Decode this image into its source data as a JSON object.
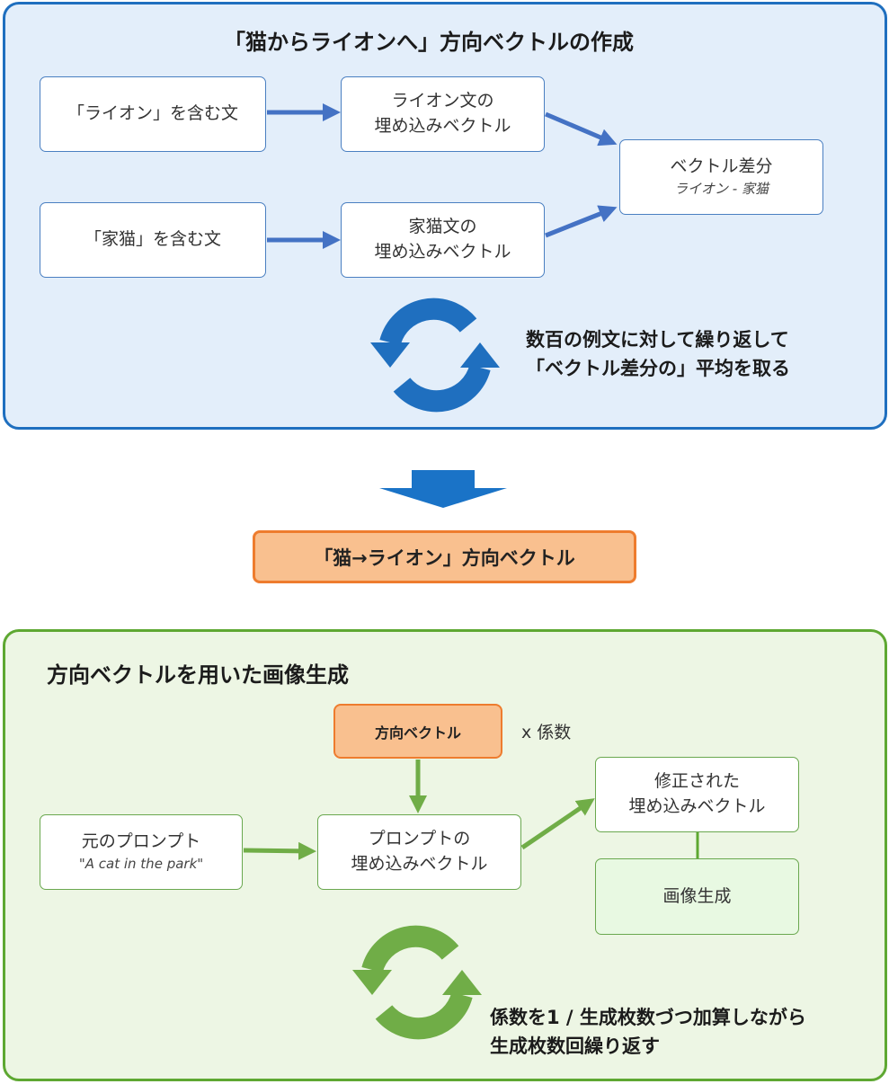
{
  "top": {
    "title": "「猫からライオンへ」方向ベクトルの作成",
    "lion_sentence": "「ライオン」を含む文",
    "cat_sentence": "「家猫」を含む文",
    "lion_embed": [
      "ライオン文の",
      "埋め込みベクトル"
    ],
    "cat_embed": [
      "家猫文の",
      "埋め込みベクトル"
    ],
    "diff_label": "ベクトル差分",
    "diff_formula": "ライオン - 家猫",
    "repeat_note": [
      "数百の例文に対して繰り返して",
      "「ベクトル差分の」平均を取る"
    ]
  },
  "result_vector": "「猫→ライオン」方向ベクトル",
  "bottom": {
    "title": "方向ベクトルを用いた画像生成",
    "direction_vector": "方向ベクトル",
    "coefficient": "x 係数",
    "original_prompt": "元のプロンプト",
    "prompt_example": "\"A cat in the park\"",
    "prompt_embed": [
      "プロンプトの",
      "埋め込みベクトル"
    ],
    "modified_embed": [
      "修正された",
      "埋め込みベクトル"
    ],
    "image_generation": "画像生成",
    "repeat_note": [
      "係数を1 / 生成枚数づつ加算しながら",
      "生成枚数回繰り返す"
    ]
  },
  "colors": {
    "top_panel_bg": "#e3eefa",
    "top_panel_border": "#1f6fbf",
    "bottom_panel_bg": "#edf6e4",
    "bottom_panel_border": "#5ea832",
    "blue_arrow": "#4472c4",
    "green_arrow": "#70ad47",
    "orange_fill": "#f9c08f",
    "orange_border": "#ee7c2e"
  }
}
